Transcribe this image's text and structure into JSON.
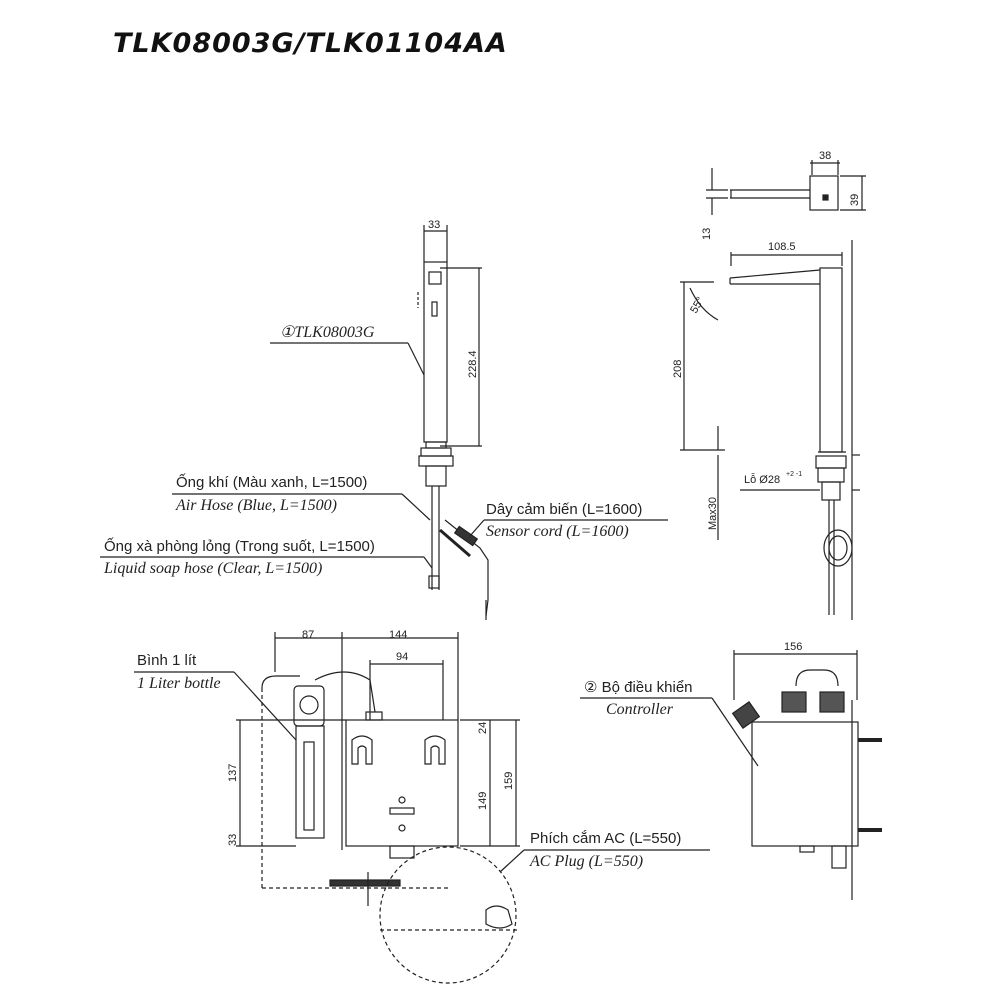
{
  "title": "TLK08003G/TLK01104AA",
  "faucet": {
    "part_label": "①TLK08003G",
    "dim_width": "33",
    "dim_height": "228.4"
  },
  "side": {
    "dim_top_w": "38",
    "dim_top_h": "39",
    "dim_13": "13",
    "dim_reach": "108.5",
    "dim_angle": "55°",
    "dim_height": "208",
    "hole": "Lỗ Ø28",
    "hole_tol": "+2 -1",
    "max": "Max30"
  },
  "hoses": {
    "air_vi": "Ống khí (Màu xanh, L=1500)",
    "air_en": "Air Hose (Blue, L=1500)",
    "soap_vi": "Ống xà phòng lỏng (Trong suốt, L=1500)",
    "soap_en": "Liquid soap hose (Clear, L=1500)",
    "sensor_vi": "Dây cảm biến (L=1600)",
    "sensor_en": "Sensor cord (L=1600)"
  },
  "bottle": {
    "label_vi": "Bình 1 lít",
    "label_en": "1 Liter bottle",
    "dim_87": "87",
    "dim_144": "144",
    "dim_94": "94",
    "dim_24": "24",
    "dim_137": "137",
    "dim_149": "149",
    "dim_159": "159",
    "dim_33": "33"
  },
  "plug": {
    "vi": "Phích cắm AC (L=550)",
    "en": "AC Plug (L=550)"
  },
  "controller": {
    "label_vi": "② Bộ điều khiển",
    "label_en": "Controller",
    "dim_156": "156"
  }
}
